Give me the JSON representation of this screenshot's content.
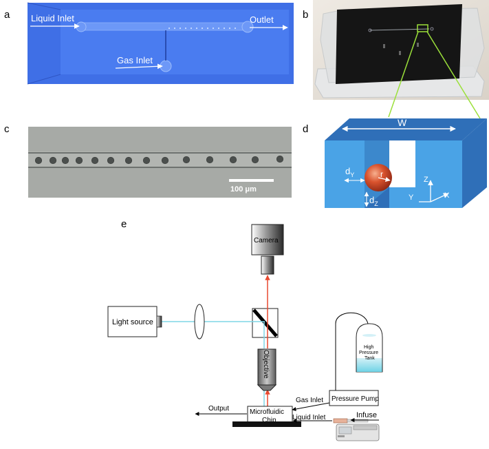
{
  "panels": {
    "a": {
      "letter": "a",
      "liquid_inlet": "Liquid Inlet",
      "outlet": "Outlet",
      "gas_inlet": "Gas Inlet"
    },
    "b": {
      "letter": "b"
    },
    "c": {
      "letter": "c",
      "scale_bar": "100 μm"
    },
    "d": {
      "letter": "d",
      "width_label": "W",
      "radius_label": "r",
      "dy_main": "d",
      "dy_sub": "Y",
      "dz_main": "d",
      "dz_sub": "Z",
      "axis_z": "Z",
      "axis_y": "Y",
      "axis_x": "X"
    },
    "e": {
      "letter": "e",
      "camera": "Camera",
      "light_source": "Light source",
      "objective": "Objective",
      "microfluidic_chip_line1": "Microfluidic",
      "microfluidic_chip_line2": "Chip",
      "output": "Output",
      "gas_inlet": "Gas Inlet",
      "liquid_inlet": "Liquid Inlet",
      "pressure_pump": "Pressure Pump",
      "tank_line1": "High",
      "tank_line2": "Pressure",
      "tank_line3": "Tank",
      "infuse": "Infuse"
    }
  },
  "colors": {
    "chip_blue": "#3f6fe6",
    "channel_blue": "#5d8cf5",
    "cube_dark": "#2f6fb8",
    "cube_light": "#4aa3e6",
    "beam_red": "#e8492f",
    "beam_cyan": "#7fd6e6",
    "bubble": "#c8442a"
  }
}
